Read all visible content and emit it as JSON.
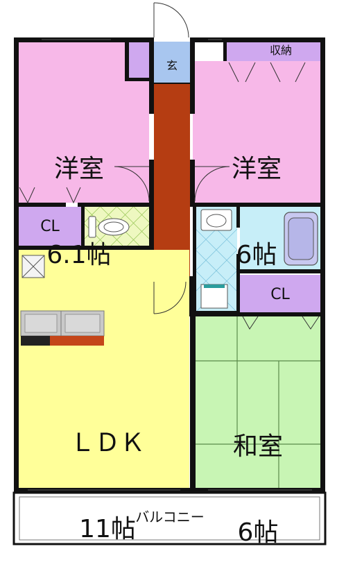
{
  "title": "",
  "colors": {
    "western_room": "#f7b8e8",
    "ldk": "#ffff99",
    "japanese_room": "#c8f5b4",
    "closet": "#cfa8ef",
    "hallway": "#b53d12",
    "entrance": "#a8c6ef",
    "bath": "#c7eef8",
    "toilet": "#eef8c0",
    "balcony": "#ffffff",
    "wall": "#111111"
  },
  "rooms": {
    "western1": {
      "name": "洋室",
      "size": "6.1帖"
    },
    "western2": {
      "name": "洋室",
      "size": "6帖"
    },
    "ldk": {
      "name": "ＬＤＫ",
      "size": "11帖"
    },
    "japanese": {
      "name": "和室",
      "size": "6帖"
    },
    "closet_left": {
      "name": "CL"
    },
    "closet_right": {
      "name": "CL"
    },
    "storage": {
      "name": "収納"
    },
    "entrance": {
      "name": "玄"
    },
    "balcony": {
      "name": "バルコニー"
    }
  }
}
